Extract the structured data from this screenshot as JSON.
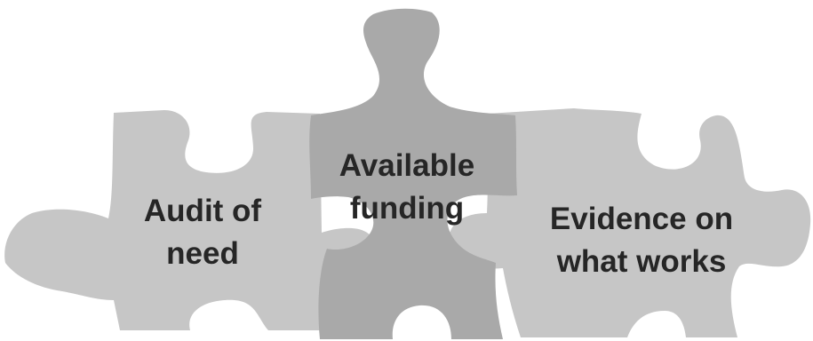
{
  "pieces": [
    {
      "id": "audit",
      "line1": "Audit of",
      "line2": "need",
      "color": "#c6c6c6"
    },
    {
      "id": "funding",
      "line1": "Available",
      "line2": "funding",
      "color": "#a9a9a9"
    },
    {
      "id": "evidence",
      "line1": "Evidence on",
      "line2": "what works",
      "color": "#c6c6c6"
    }
  ],
  "colors": {
    "light_piece": "#c6c6c6",
    "dark_piece": "#a9a9a9",
    "text": "#262626",
    "background": "#ffffff"
  }
}
